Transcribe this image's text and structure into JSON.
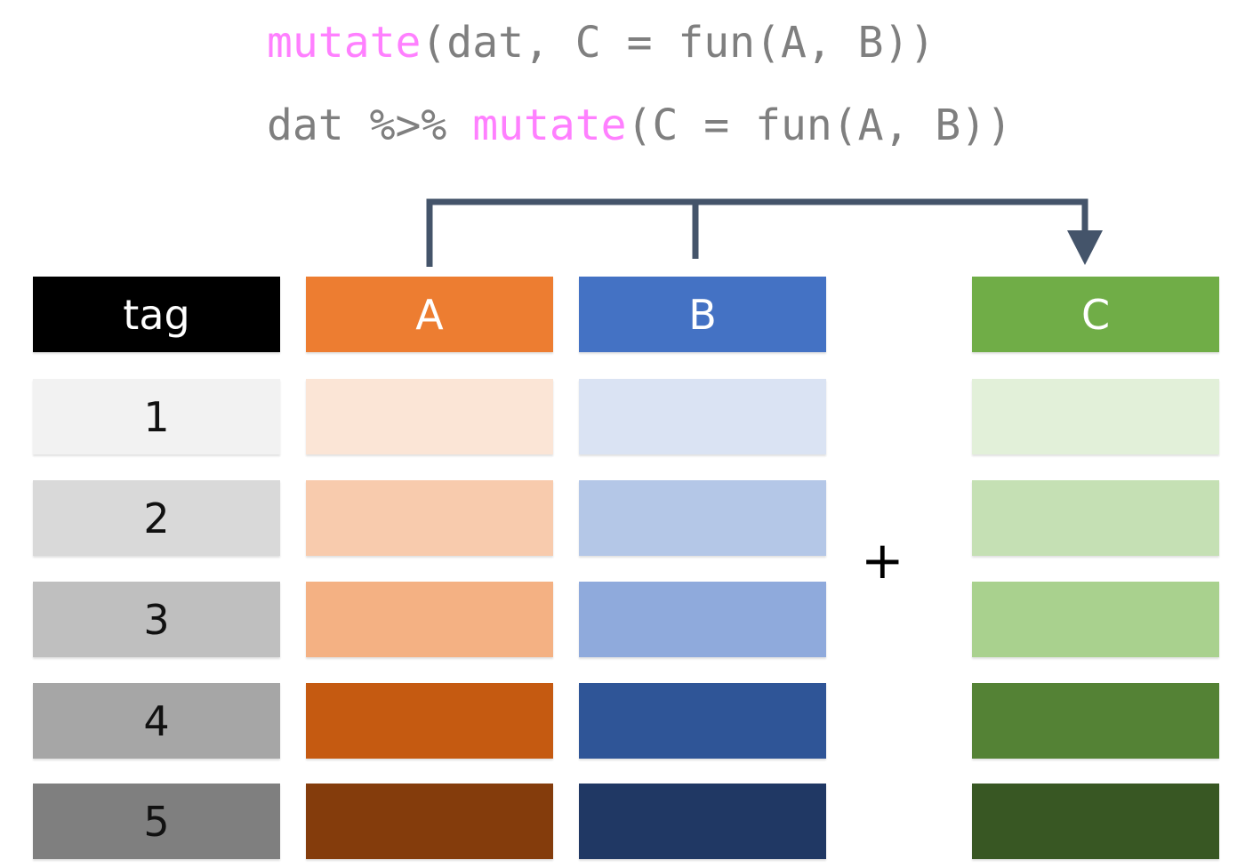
{
  "code": {
    "line1": [
      {
        "text": "mutate",
        "role": "fn"
      },
      {
        "text": "(dat, C = fun(A, B))",
        "role": "plain"
      }
    ],
    "line2": [
      {
        "text": "dat %>% ",
        "role": "plain"
      },
      {
        "text": "mutate",
        "role": "fn"
      },
      {
        "text": "(C = fun(A, B))",
        "role": "plain"
      }
    ]
  },
  "colors": {
    "code_plain": "#7f7f7f",
    "code_fn": "#ff80ff",
    "connector": "#44546a"
  },
  "columns": [
    {
      "name": "tag",
      "header_color": "#000000",
      "cells": [
        "1",
        "2",
        "3",
        "4",
        "5"
      ],
      "cell_colors": [
        "#f2f2f2",
        "#d9d9d9",
        "#bfbfbf",
        "#a6a6a6",
        "#7f7f7f"
      ]
    },
    {
      "name": "A",
      "header_color": "#ed7d31",
      "cells": [
        "",
        "",
        "",
        "",
        ""
      ],
      "cell_colors": [
        "#fbe5d6",
        "#f8cbad",
        "#f4b183",
        "#c55a11",
        "#843c0c"
      ]
    },
    {
      "name": "B",
      "header_color": "#4472c4",
      "cells": [
        "",
        "",
        "",
        "",
        ""
      ],
      "cell_colors": [
        "#dae3f3",
        "#b4c7e7",
        "#8faadc",
        "#2f5597",
        "#203864"
      ]
    },
    {
      "name": "C",
      "header_color": "#70ad47",
      "cells": [
        "",
        "",
        "",
        "",
        ""
      ],
      "cell_colors": [
        "#e2f0d9",
        "#c5e0b4",
        "#a9d18e",
        "#548235",
        "#385723"
      ]
    }
  ],
  "plus_symbol": "+"
}
